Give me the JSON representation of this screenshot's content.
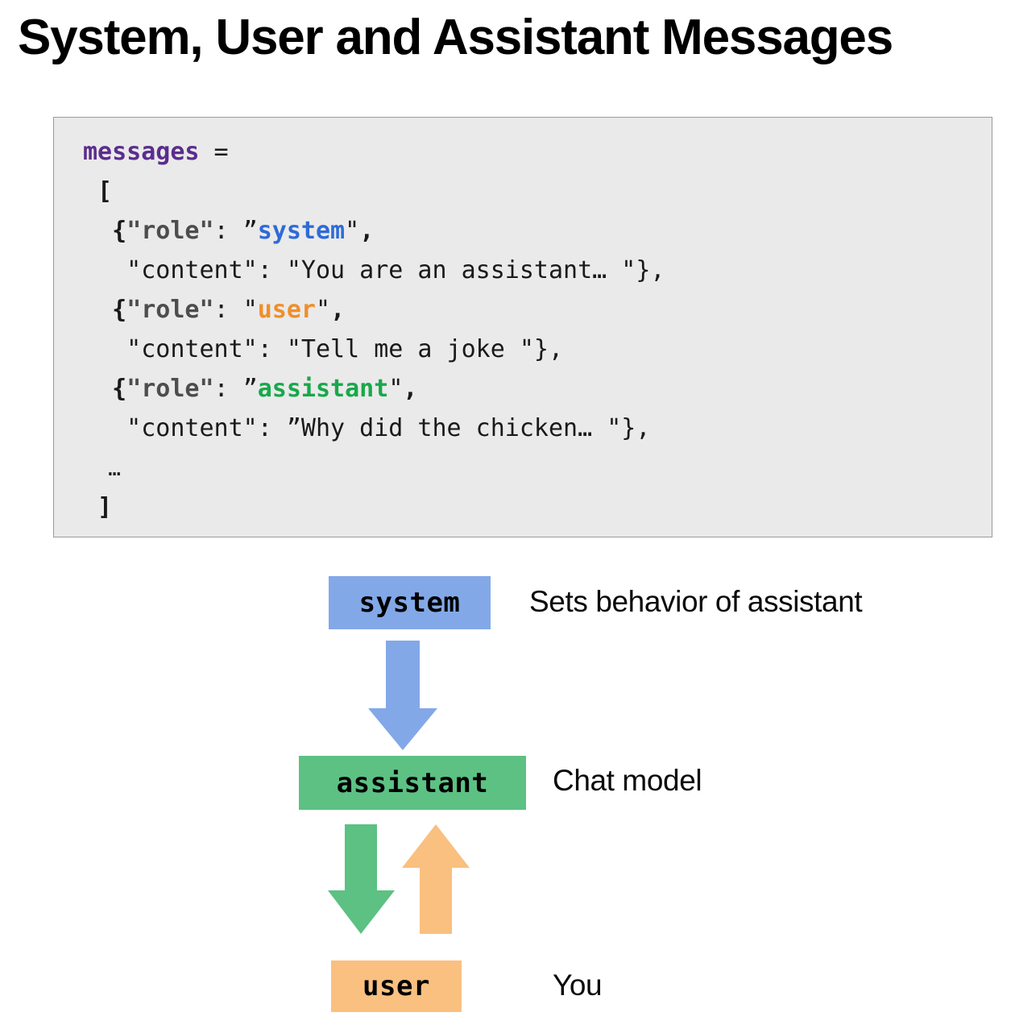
{
  "title": "System, User and Assistant Messages",
  "code": {
    "lines": [
      {
        "id": "assign",
        "segments": [
          {
            "t": "messages",
            "cls": "tok-var"
          },
          {
            "t": " = ",
            "cls": "tok-op"
          }
        ]
      },
      {
        "id": "open-bracket",
        "segments": [
          {
            "t": " [",
            "cls": "tok-punct"
          }
        ]
      },
      {
        "id": "system-role",
        "segments": [
          {
            "t": "  {",
            "cls": "tok-punct"
          },
          {
            "t": "\"role\"",
            "cls": "tok-key"
          },
          {
            "t": ": ",
            "cls": "tok-plain"
          },
          {
            "t": "”",
            "cls": "tok-plain"
          },
          {
            "t": "system",
            "cls": "tok-system"
          },
          {
            "t": "\"",
            "cls": "tok-plain"
          },
          {
            "t": ",",
            "cls": "tok-punct"
          }
        ]
      },
      {
        "id": "system-content",
        "segments": [
          {
            "t": "   \"content\": \"You are an assistant… \"},",
            "cls": "tok-plain"
          }
        ]
      },
      {
        "id": "user-role",
        "segments": [
          {
            "t": "  {",
            "cls": "tok-punct"
          },
          {
            "t": "\"role\"",
            "cls": "tok-key"
          },
          {
            "t": ": ",
            "cls": "tok-plain"
          },
          {
            "t": "\"",
            "cls": "tok-plain"
          },
          {
            "t": "user",
            "cls": "tok-user"
          },
          {
            "t": "\"",
            "cls": "tok-plain"
          },
          {
            "t": ",",
            "cls": "tok-punct"
          }
        ]
      },
      {
        "id": "user-content",
        "segments": [
          {
            "t": "   \"content\": \"Tell me a joke \"},",
            "cls": "tok-plain"
          }
        ]
      },
      {
        "id": "assistant-role",
        "segments": [
          {
            "t": "  {",
            "cls": "tok-punct"
          },
          {
            "t": "\"role\"",
            "cls": "tok-key"
          },
          {
            "t": ": ",
            "cls": "tok-plain"
          },
          {
            "t": "”",
            "cls": "tok-plain"
          },
          {
            "t": "assistant",
            "cls": "tok-assistant"
          },
          {
            "t": "\"",
            "cls": "tok-plain"
          },
          {
            "t": ",",
            "cls": "tok-punct"
          }
        ]
      },
      {
        "id": "assistant-content",
        "segments": [
          {
            "t": "   \"content\": ”Why did the chicken… \"},",
            "cls": "tok-plain"
          }
        ]
      },
      {
        "id": "ellipsis",
        "segments": [
          {
            "t": "  …",
            "cls": "tok-ell"
          }
        ]
      },
      {
        "id": "close-bracket",
        "segments": [
          {
            "t": " ]",
            "cls": "tok-punct"
          }
        ]
      }
    ]
  },
  "diagram": {
    "nodes": [
      {
        "id": "system",
        "box_label": "system",
        "side_label": "Sets behavior of assistant",
        "color": "#83a8e8"
      },
      {
        "id": "assistant",
        "box_label": "assistant",
        "side_label": "Chat model",
        "color": "#5cc183"
      },
      {
        "id": "user",
        "box_label": "user",
        "side_label": "You",
        "color": "#f9c080"
      }
    ],
    "arrows": [
      {
        "id": "system-to-assistant",
        "from": "system",
        "to": "assistant",
        "direction": "down",
        "color": "#83a8e8"
      },
      {
        "id": "assistant-to-user",
        "from": "assistant",
        "to": "user",
        "direction": "down",
        "color": "#5cc183"
      },
      {
        "id": "user-to-assistant",
        "from": "user",
        "to": "assistant",
        "direction": "up",
        "color": "#f9c080"
      }
    ]
  },
  "colors": {
    "code_bg": "#eaeaea",
    "code_border": "#9a9a9a",
    "var_purple": "#5b2d8e",
    "key_gray": "#4d4d4d",
    "system_blue": "#2e6bd8",
    "user_orange": "#ef8f2b",
    "assistant_green": "#18a84b",
    "box_blue": "#83a8e8",
    "box_green": "#5cc183",
    "box_orange": "#f9c080"
  }
}
